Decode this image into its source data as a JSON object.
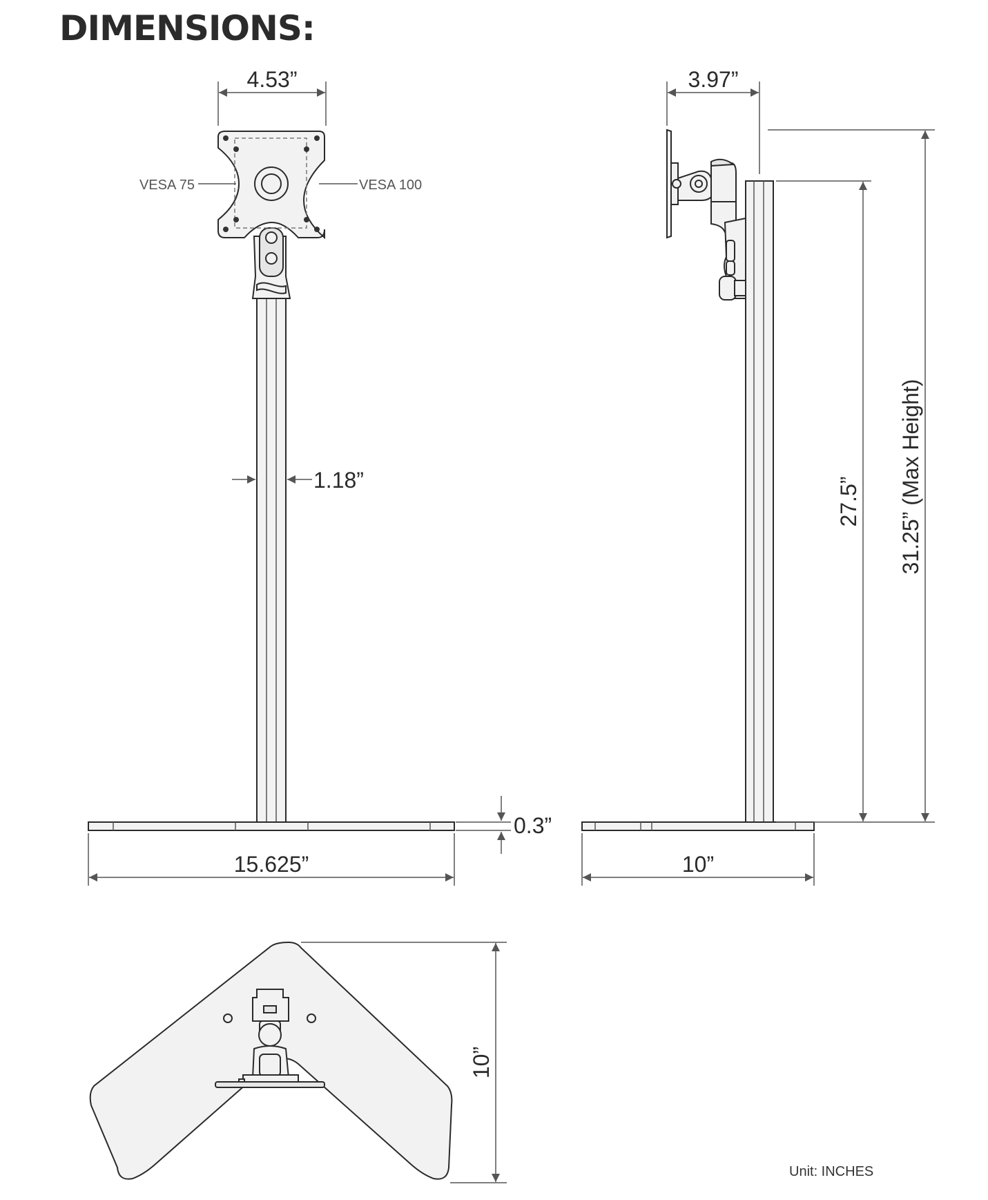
{
  "title": "DIMENSIONS:",
  "front_view": {
    "plate_width": "4.53”",
    "vesa_75": "VESA 75",
    "vesa_100": "VESA 100",
    "pole_width": "1.18”",
    "base_thickness": "0.3”",
    "base_width": "15.625”"
  },
  "side_view": {
    "arm_depth": "3.97”",
    "pole_height": "27.5”",
    "max_height": "31.25” (Max Height)",
    "base_depth": "10”"
  },
  "top_view": {
    "base_depth": "10”"
  },
  "unit_label": "Unit: INCHES"
}
